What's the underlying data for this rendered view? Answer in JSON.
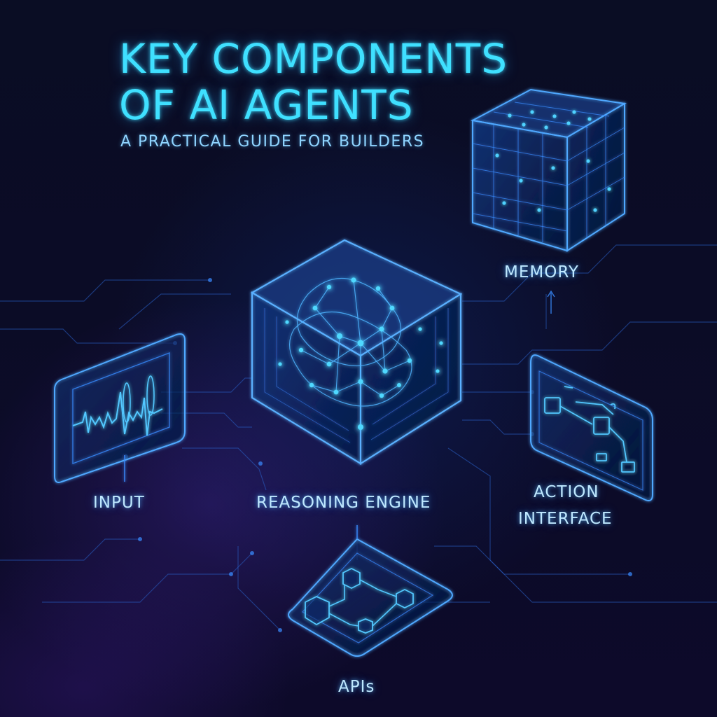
{
  "title": {
    "line1": "KEY COMPONENTS",
    "line2": "OF AI AGENTS"
  },
  "subtitle": "A PRACTICAL GUIDE FOR BUILDERS",
  "components": {
    "memory": {
      "label": "MEMORY",
      "icon": "data-grid-cube-icon"
    },
    "input": {
      "label": "INPUT",
      "icon": "waveform-screen-icon"
    },
    "reasoning": {
      "label": "REASONING ENGINE",
      "icon": "neural-network-cube-icon"
    },
    "action": {
      "label_line1": "ACTION",
      "label_line2": "INTERFACE",
      "icon": "workflow-panel-icon"
    },
    "apis": {
      "label": "APIs",
      "icon": "connected-blocks-icon"
    }
  },
  "colors": {
    "title": "#3fe0ff",
    "glow": "#2fa6ff",
    "line": "#3a8cff",
    "background": "#0a0d24"
  }
}
